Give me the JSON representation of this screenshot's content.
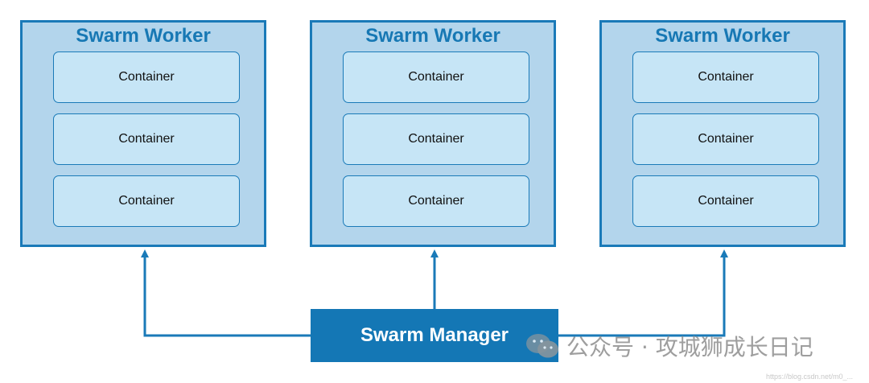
{
  "workers": [
    {
      "title": "Swarm Worker",
      "containers": [
        "Container",
        "Container",
        "Container"
      ]
    },
    {
      "title": "Swarm Worker",
      "containers": [
        "Container",
        "Container",
        "Container"
      ]
    },
    {
      "title": "Swarm Worker",
      "containers": [
        "Container",
        "Container",
        "Container"
      ]
    }
  ],
  "manager": {
    "label": "Swarm Manager"
  },
  "watermark": {
    "text": "公众号 · 攻城狮成长日记",
    "icon": "wechat-icon"
  },
  "csdn_watermark": "https://blog.csdn.net/m0_...",
  "colors": {
    "worker_fill": "#b3d5ec",
    "container_fill": "#c6e5f6",
    "accent": "#1a7ab8",
    "manager_fill": "#1477b5"
  }
}
